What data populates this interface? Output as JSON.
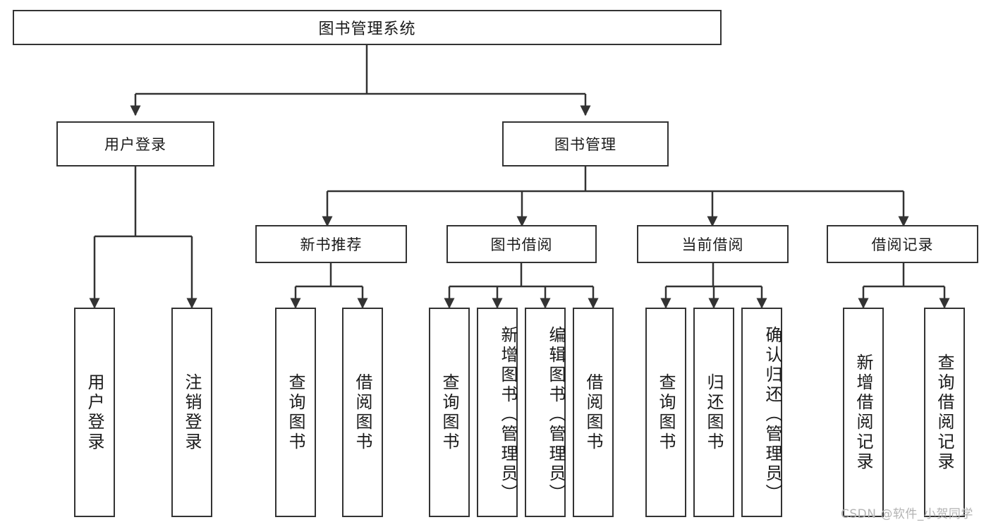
{
  "diagram": {
    "type": "tree-hierarchy",
    "title": "图书管理系统",
    "watermark": "CSDN @软件_小贺同学",
    "colors": {
      "stroke": "#333333",
      "box_fill": "#ffffff",
      "text": "#1a1a1a",
      "watermark": "#b3b3b3",
      "background": "#ffffff"
    },
    "nodes": {
      "root": {
        "label": "图书管理系统"
      },
      "level2": [
        {
          "label": "用户登录"
        },
        {
          "label": "图书管理"
        }
      ],
      "level3": [
        {
          "label": "新书推荐"
        },
        {
          "label": "图书借阅"
        },
        {
          "label": "当前借阅"
        },
        {
          "label": "借阅记录"
        }
      ],
      "leaves": {
        "user_login": [
          {
            "label": "用户登录"
          },
          {
            "label": "注销登录"
          }
        ],
        "new_book_recommend": [
          {
            "label": "查询图书"
          },
          {
            "label": "借阅图书"
          }
        ],
        "book_borrow": [
          {
            "label": "查询图书"
          },
          {
            "label": "新增图书（管理员）"
          },
          {
            "label": "编辑图书（管理员）"
          },
          {
            "label": "借阅图书"
          }
        ],
        "current_borrow": [
          {
            "label": "查询图书"
          },
          {
            "label": "归还图书"
          },
          {
            "label": "确认归还（管理员）"
          }
        ],
        "borrow_record": [
          {
            "label": "新增借阅记录"
          },
          {
            "label": "查询借阅记录"
          }
        ]
      }
    }
  }
}
